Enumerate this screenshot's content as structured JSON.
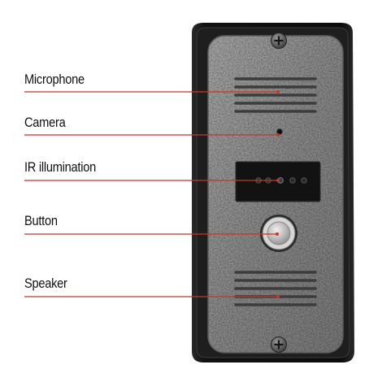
{
  "labels": {
    "microphone": "Microphone",
    "camera": "Camera",
    "ir_illumination": "IR illumination",
    "button": "Button",
    "speaker": "Speaker"
  },
  "colors": {
    "leader_line": "#c0392b",
    "frame": "#141414",
    "plate": "#8a8a8a",
    "ir_panel": "#121212",
    "button_ring": "#cfcfcf",
    "button_cap": "#b9b9b9"
  },
  "icons": {
    "screw_top": "screw-icon",
    "screw_bottom": "screw-icon"
  }
}
